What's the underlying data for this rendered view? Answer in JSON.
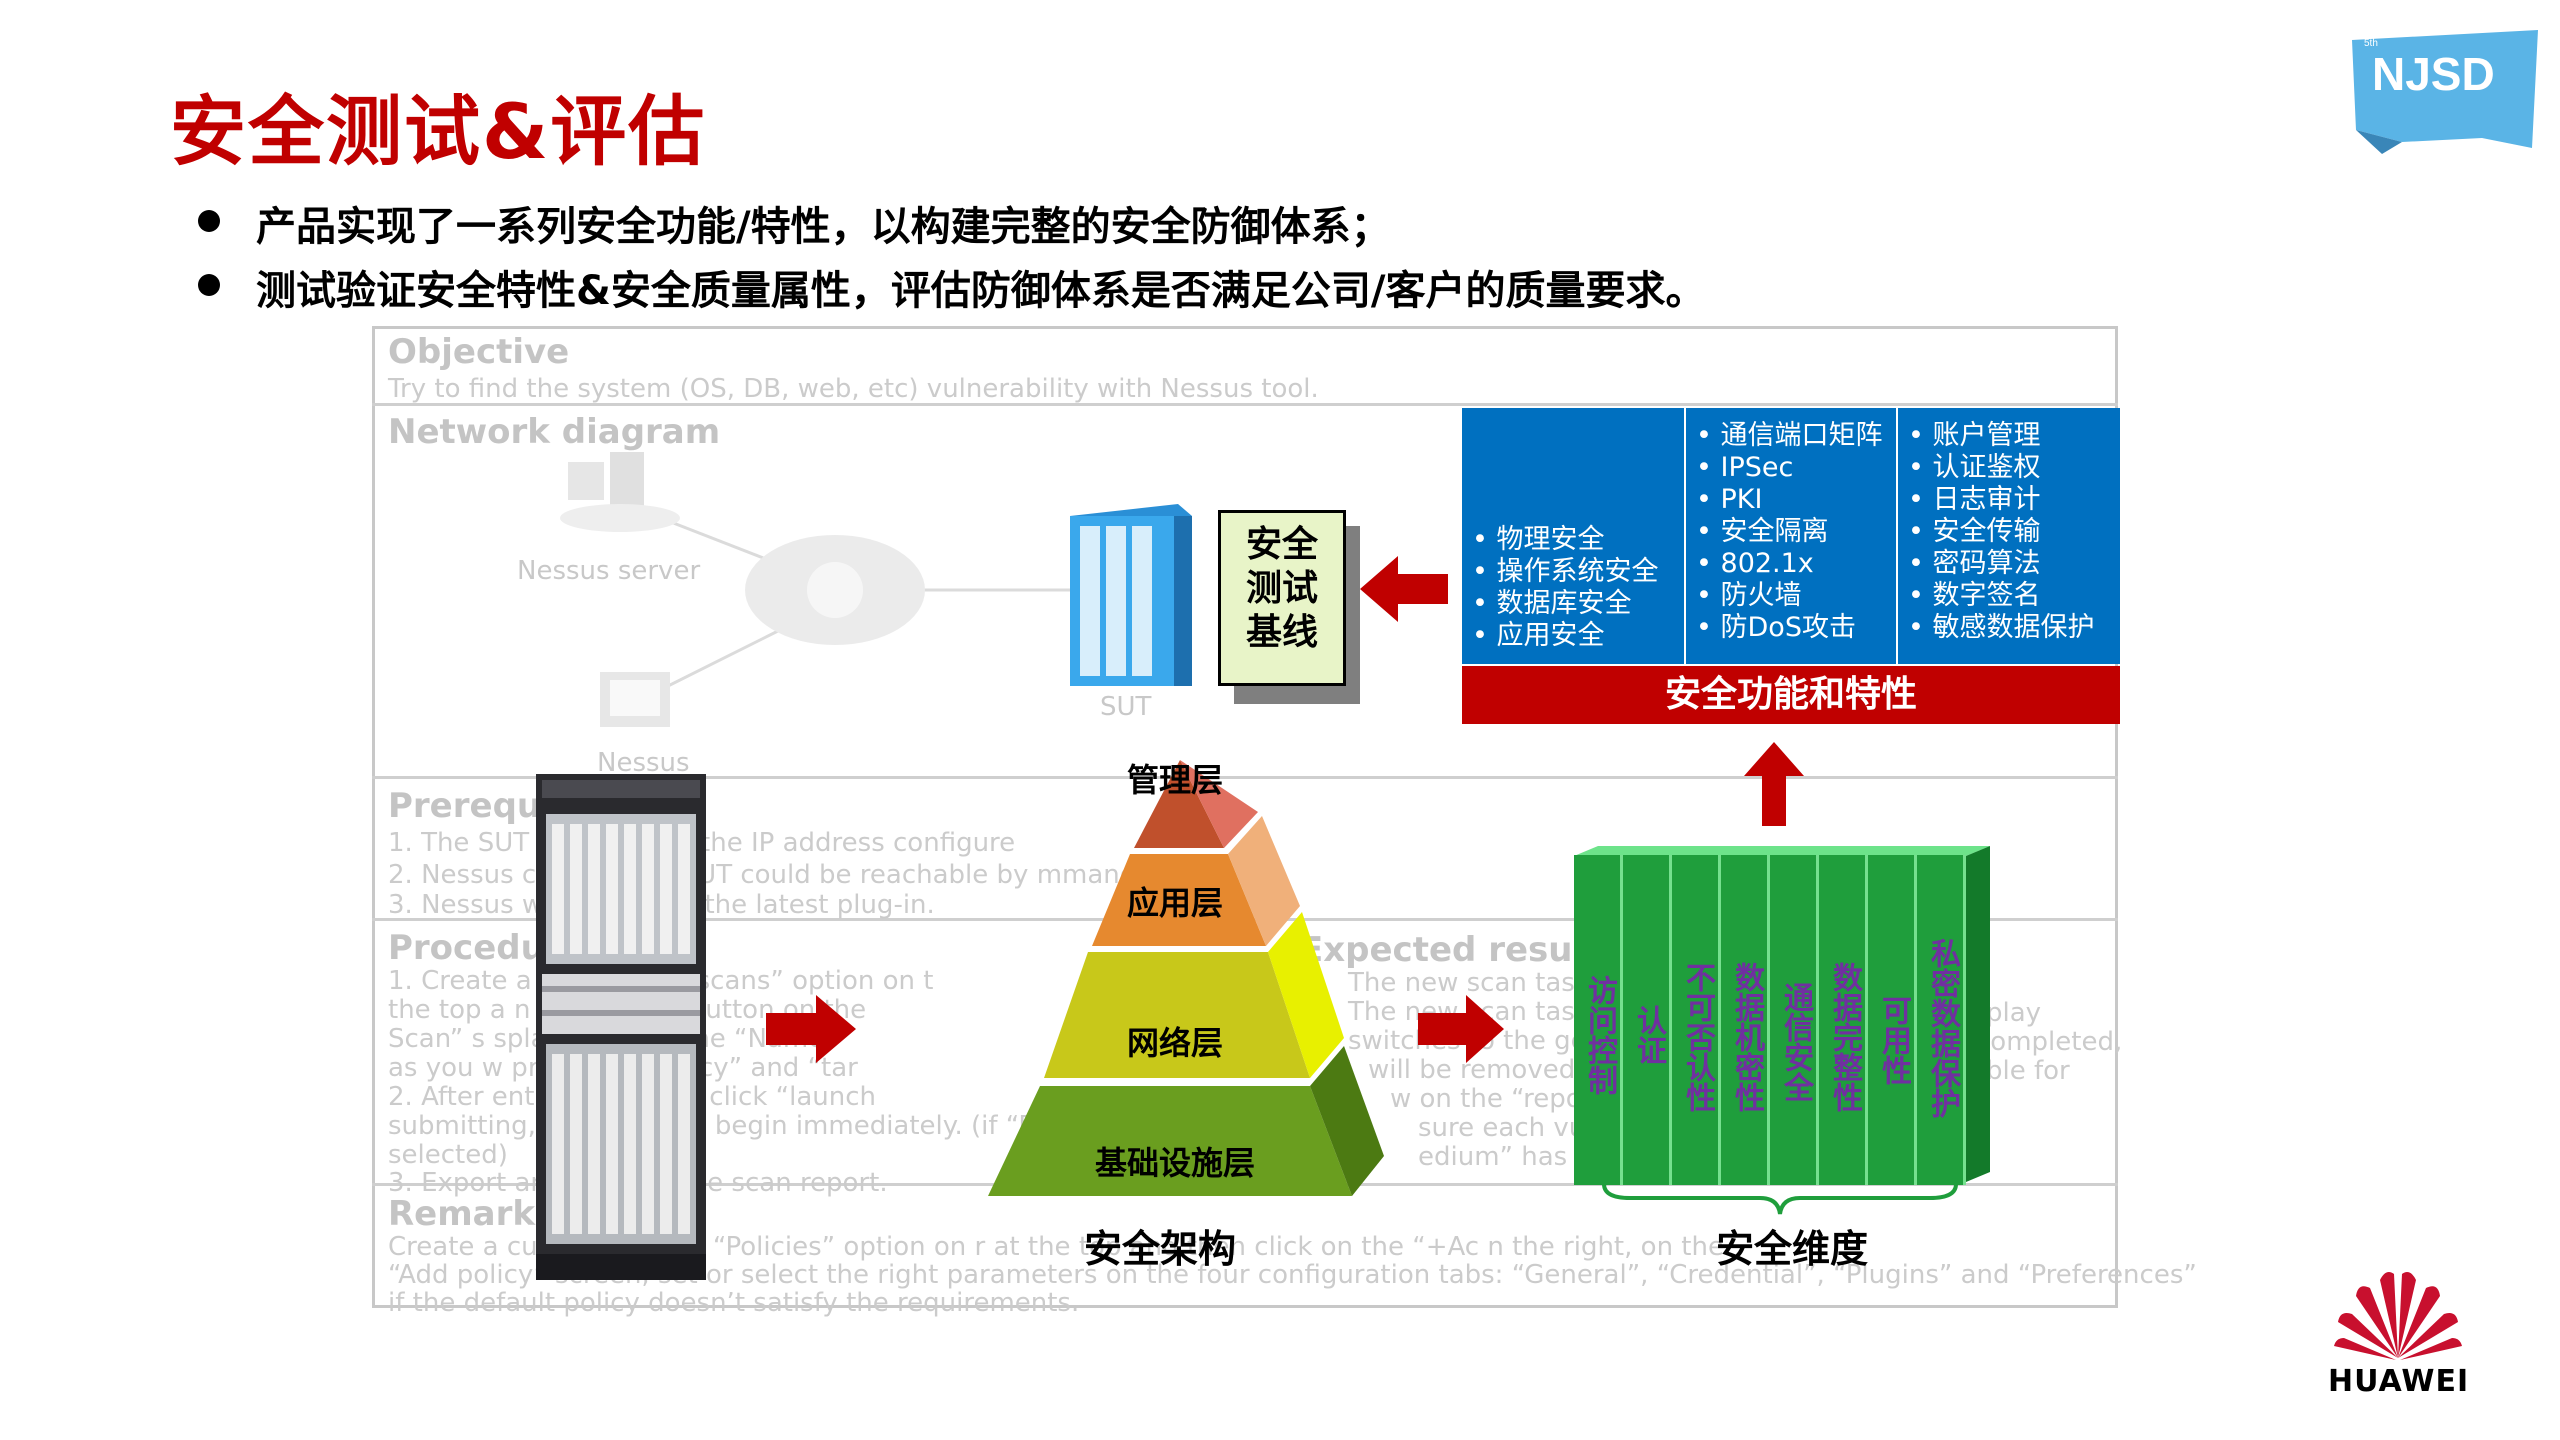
{
  "slide": {
    "title": "安全测试&评估",
    "bullets": [
      "产品实现了一系列安全功能/特性，以构建完整的安全防御体系；",
      "测试验证安全特性&安全质量属性，评估防御体系是否满足公司/客户的质量要求。"
    ]
  },
  "logo": {
    "badge": "5th",
    "text": "NJSD"
  },
  "brand": {
    "name": "HUAWEI",
    "color": "#c8102e"
  },
  "testcase": {
    "objective_heading": "Objective",
    "objective_text": "Try to find the system (OS, DB, web, etc) vulnerability with Nessus tool.",
    "network_heading": "Network diagram",
    "nessus_server_label": "Nessus server",
    "nessus_client_label": "Nessus",
    "sut_label": "SUT",
    "prereq_heading": "Prerequis",
    "prereq_lines": [
      "1.   The SUT        ormally and the IP address configure",
      "2.   Nessus c       erver, the SUT could be reachable by              mmand.",
      "3.   Nessus w       rmally with the latest plug-in."
    ],
    "procedure_heading": "Procedure",
    "procedure_lines": [
      "1.   Create a             licking the  “scans”  option on t",
      "      the top a             n the  “build”  button on the",
      "      Scan”  s              splayed  ing in the  “Name",
      "      as you w              propriate   “policy”   and   “tar",
      "2.   After ent              information, click   “launch",
      "      submitting, the scan will begin immediately. (if   “F",
      "      selected)",
      "3.   Export and analyze the scan report."
    ],
    "expected_heading": "Expected result",
    "expected_lines": [
      "The new scan task is",
      "The new scan task is",
      "switches to the gene",
      "will be removed fr",
      "w on the  “repo",
      "sure each vuln",
      "edium”  has to"
    ],
    "expected_right_lines": [
      "play",
      "completed,",
      "ble for"
    ],
    "remarks_heading": "Remarks",
    "remarks_lines": [
      "Create a cust              licking the  “Policies”  option on              r at the top and then click on the  “+Ac              n the right, on the",
      "“Add policy”  screen, set or select the right parameters on the four configuration tabs:  “General”,  “Credential”,  “Plugins”  and  “Preferences”",
      "if the default policy doesn’t satisfy the requirements."
    ]
  },
  "baseline": {
    "label": "安全测试基线"
  },
  "features": {
    "col1": [
      "物理安全",
      "操作系统安全",
      "数据库安全",
      "应用安全"
    ],
    "col2": [
      "通信端口矩阵",
      "IPSec",
      "PKI",
      "安全隔离",
      "802.1x",
      "防火墙",
      "防DoS攻击"
    ],
    "col3": [
      "账户管理",
      "认证鉴权",
      "日志审计",
      "安全传输",
      "密码算法",
      "数字签名",
      "敏感数据保护"
    ],
    "bar_label": "安全功能和特性"
  },
  "pyramid": {
    "layers": [
      "管理层",
      "应用层",
      "网络层",
      "基础设施层"
    ],
    "caption": "安全架构"
  },
  "dimensions": {
    "columns": [
      "访问控制",
      "认证",
      "不可否认性",
      "数据机密性",
      "通信安全",
      "数据完整性",
      "可用性",
      "私密数据保护"
    ],
    "caption": "安全维度"
  },
  "colors": {
    "title_red": "#c00000",
    "feature_blue": "#0070c0",
    "feature_bar_red": "#c00000",
    "arrow_red": "#c00000",
    "dimension_green": "#1f9e3c",
    "dimension_text": "#7030a0"
  }
}
